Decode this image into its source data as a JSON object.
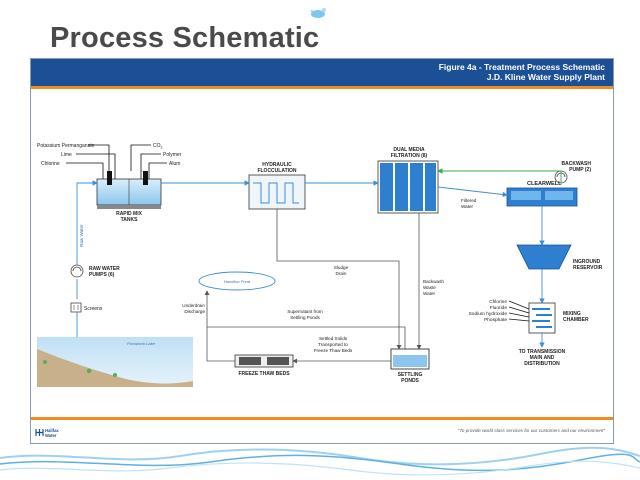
{
  "slide": {
    "title": "Process Schematic"
  },
  "figure": {
    "title_line1": "Figure 4a - Treatment Process Schematic",
    "title_line2": "J.D. Kline Water Supply Plant",
    "footer_quote": "\"To provide world class services for our customers and our environment\"",
    "logo_line1": "Halifax",
    "logo_line2": "Water"
  },
  "chemicals": {
    "potassium_permanganate": "Potassium Permanganate",
    "co2": "CO",
    "co2_sub": "2",
    "lime": "Lime",
    "polymer": "Polymer",
    "chlorine": "Chlorine",
    "alum": "Alum"
  },
  "units": {
    "rapid_mix_line1": "RAPID MIX",
    "rapid_mix_line2": "TANKS",
    "hydraulic_line1": "HYDRAULIC",
    "hydraulic_line2": "FLOCCULATION",
    "dual_media_line1": "DUAL MEDIA",
    "dual_media_line2": "FILTRATION (8)",
    "backwash_line1": "BACKWASH",
    "backwash_line2": "PUMP (2)",
    "clearwell": "CLEARWELL",
    "inground_line1": "INGROUND",
    "inground_line2": "RESERVOIR",
    "mixing_line1": "MIXING",
    "mixing_line2": "CHAMBER",
    "raw_pumps_line1": "RAW WATER",
    "raw_pumps_line2": "PUMPS (6)",
    "screens": "Screens",
    "settling_line1": "SETTLING",
    "settling_line2": "PONDS",
    "freeze_thaw": "FREEZE THAW BEDS",
    "halifax_pond": "Hamilton Pond",
    "pockwock_lake": "Pockwock Lake",
    "transmission_line1": "TO TRANSMISSION",
    "transmission_line2": "MAIN AND",
    "transmission_line3": "DISTRIBUTION"
  },
  "flows": {
    "raw_water": "Raw Water",
    "sludge_line1": "Sludge",
    "sludge_line2": "Drain",
    "backwash_line1": "Backwash",
    "backwash_line2": "Waste",
    "backwash_line3": "Water",
    "filtered_line1": "Filtered",
    "filtered_line2": "Water",
    "underdrain_line1": "Underdrain",
    "underdrain_line2": "Discharge",
    "supernatant_line1": "Supernatant from",
    "supernatant_line2": "Settling Ponds",
    "settled_line1": "Settled Solids",
    "settled_line2": "Transported to",
    "settled_line3": "Freeze Thaw Beds"
  },
  "post_chemicals": {
    "chlorine": "Chlorine",
    "fluoride": "Fluoride",
    "sodium_hydroxide": "Sodium hydroxide",
    "phosphate": "Phosphate"
  },
  "colors": {
    "header_blue": "#1b4f96",
    "accent_orange": "#f28c1e",
    "water_blue": "#3d8fd6",
    "flow_green": "#3aa655",
    "pipe_gray": "#6d6d6d"
  }
}
